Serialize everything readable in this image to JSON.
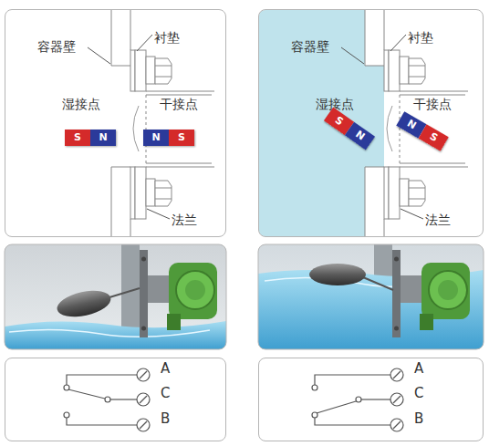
{
  "diagram": {
    "nodes": [
      {
        "text": [
          "容器壁",
          "衬垫",
          "湿接点",
          "干接点",
          "法兰"
        ]
      },
      {
        "text": [
          "S",
          "N"
        ],
        "in": 0
      },
      {
        "text": [
          "N",
          "S"
        ],
        "in": 0
      },
      {
        "text": [
          "容器壁",
          "衬垫",
          "湿接点",
          "干接点",
          "法兰"
        ]
      },
      {
        "text": [
          "S",
          "N"
        ],
        "in": 3
      },
      {
        "text": [
          "N",
          "S"
        ],
        "in": 3
      },
      {
        "text": [
          "A",
          "C",
          "B"
        ]
      },
      {
        "text": [
          "A",
          "C",
          "B"
        ]
      }
    ]
  }
}
